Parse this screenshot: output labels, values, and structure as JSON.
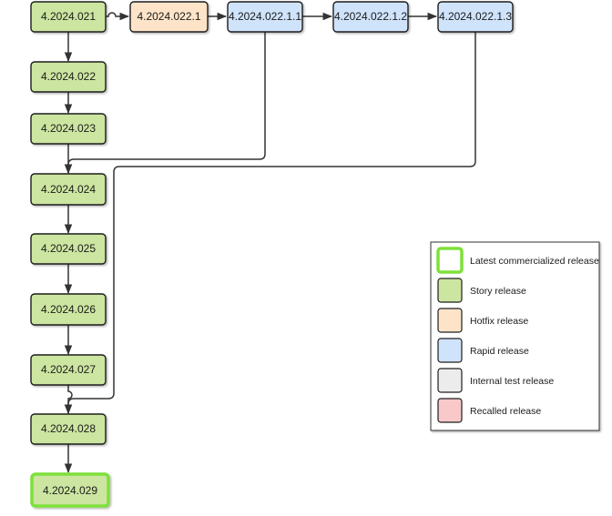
{
  "colors": {
    "story_fill": "#cce5a0",
    "hotfix_fill": "#fde4c8",
    "rapid_fill": "#cfe3fb",
    "internal_fill": "#ececec",
    "recalled_fill": "#f9c9ca",
    "latest_border": "#7ee03a",
    "edge": "#333333"
  },
  "nodes": {
    "r021": {
      "label": "4.2024.021",
      "type": "story"
    },
    "r022": {
      "label": "4.2024.022",
      "type": "story"
    },
    "r023": {
      "label": "4.2024.023",
      "type": "story"
    },
    "r024": {
      "label": "4.2024.024",
      "type": "story"
    },
    "r025": {
      "label": "4.2024.025",
      "type": "story"
    },
    "r026": {
      "label": "4.2024.026",
      "type": "story"
    },
    "r027": {
      "label": "4.2024.027",
      "type": "story"
    },
    "r028": {
      "label": "4.2024.028",
      "type": "story"
    },
    "r029": {
      "label": "4.2024.029",
      "type": "latest"
    },
    "r0221": {
      "label": "4.2024.022.1",
      "type": "hotfix"
    },
    "r02211": {
      "label": "4.2024.022.1.1",
      "type": "rapid"
    },
    "r02212": {
      "label": "4.2024.022.1.2",
      "type": "rapid"
    },
    "r02213": {
      "label": "4.2024.022.1.3",
      "type": "rapid"
    }
  },
  "legend": [
    {
      "label": "Latest commercialized release",
      "type": "latest"
    },
    {
      "label": "Story release",
      "type": "story"
    },
    {
      "label": "Hotfix release",
      "type": "hotfix"
    },
    {
      "label": "Rapid release",
      "type": "rapid"
    },
    {
      "label": "Internal test release",
      "type": "internal"
    },
    {
      "label": "Recalled release",
      "type": "recalled"
    }
  ]
}
